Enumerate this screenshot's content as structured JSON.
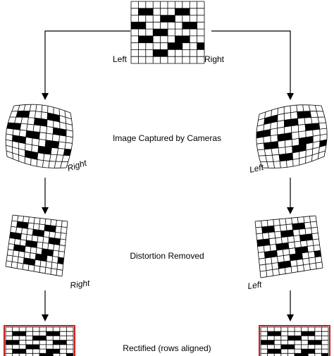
{
  "top": {
    "left_label": "Left",
    "right_label": "Right"
  },
  "stages": [
    {
      "caption": "Image Captured by Cameras",
      "left_view_label": "Right",
      "right_view_label": "Left"
    },
    {
      "caption": "Distortion Removed",
      "left_view_label": "Right",
      "right_view_label": "Left"
    },
    {
      "caption": "Rectified (rows aligned)"
    }
  ],
  "colors": {
    "line": "#000000",
    "fill": "#000000",
    "rectified_border": "#cc2222"
  }
}
